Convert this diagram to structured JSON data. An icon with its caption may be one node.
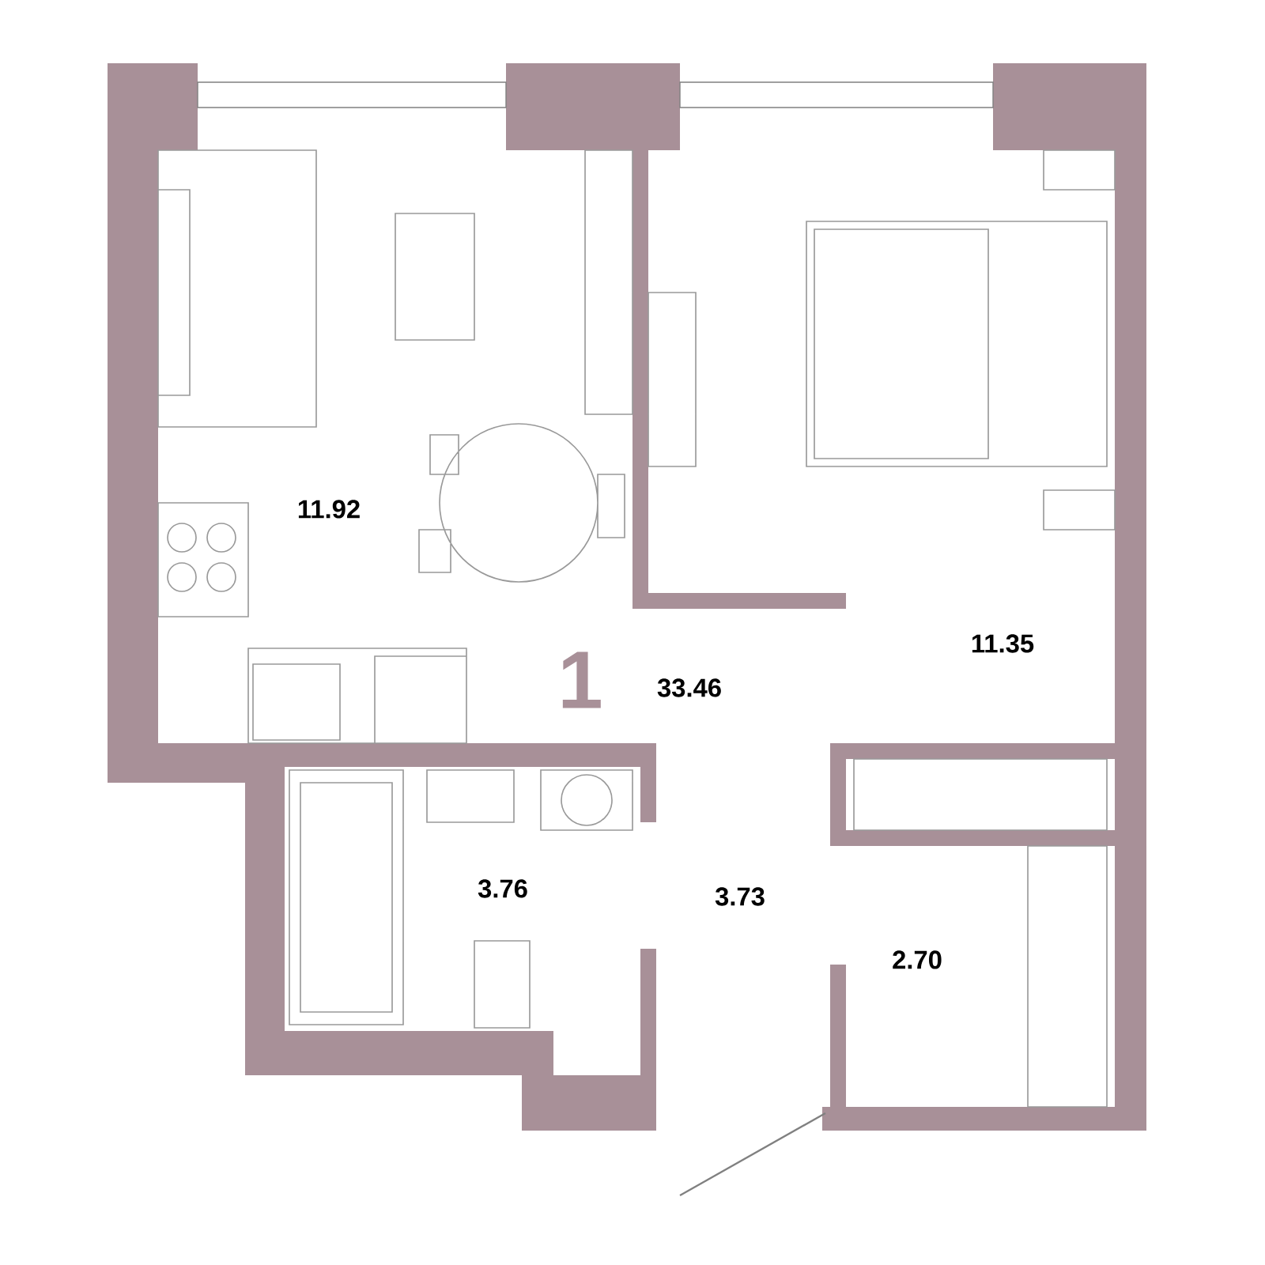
{
  "diagram": {
    "labels": [
      "11.92",
      "1",
      "33.46",
      "11.35",
      "3.76",
      "3.73",
      "2.70"
    ]
  }
}
